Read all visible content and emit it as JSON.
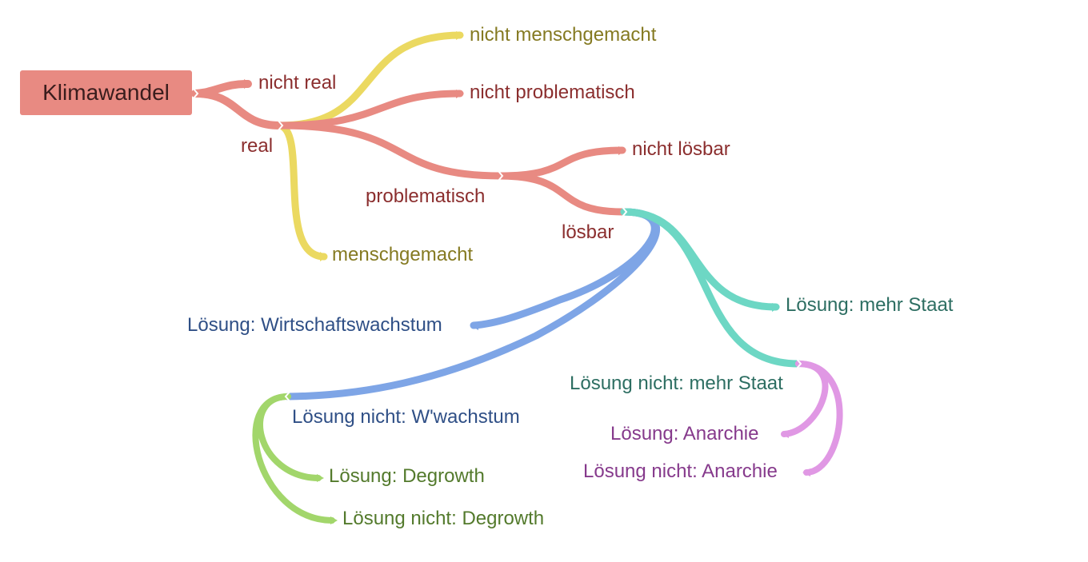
{
  "root": {
    "label": "Klimawandel"
  },
  "nodes": {
    "nicht_real": "nicht real",
    "real": "real",
    "nicht_menschgemacht": "nicht menschgemacht",
    "menschgemacht": "menschgemacht",
    "nicht_problematisch": "nicht problematisch",
    "problematisch": "problematisch",
    "nicht_loesbar": "nicht lösbar",
    "loesbar": "lösbar",
    "loesung_wirtschaftswachstum": "Lösung: Wirtschaftswachstum",
    "loesung_nicht_wwachstum": "Lösung nicht: W'wachstum",
    "loesung_degrowth": "Lösung: Degrowth",
    "loesung_nicht_degrowth": "Lösung nicht: Degrowth",
    "loesung_mehr_staat": "Lösung: mehr Staat",
    "loesung_nicht_mehr_staat": "Lösung nicht: mehr Staat",
    "loesung_anarchie": "Lösung: Anarchie",
    "loesung_nicht_anarchie": "Lösung nicht: Anarchie"
  },
  "colors": {
    "red": "#e88a82",
    "red_text": "#8b2e2e",
    "yellow": "#ebd961",
    "yellow_text": "#857a22",
    "blue": "#7ea5e6",
    "blue_text": "#2f4f86",
    "teal": "#6dd7c4",
    "teal_text": "#2d6e62",
    "green": "#a2d66b",
    "green_text": "#537a2c",
    "purple": "#e098e4",
    "purple_text": "#863a8c"
  }
}
